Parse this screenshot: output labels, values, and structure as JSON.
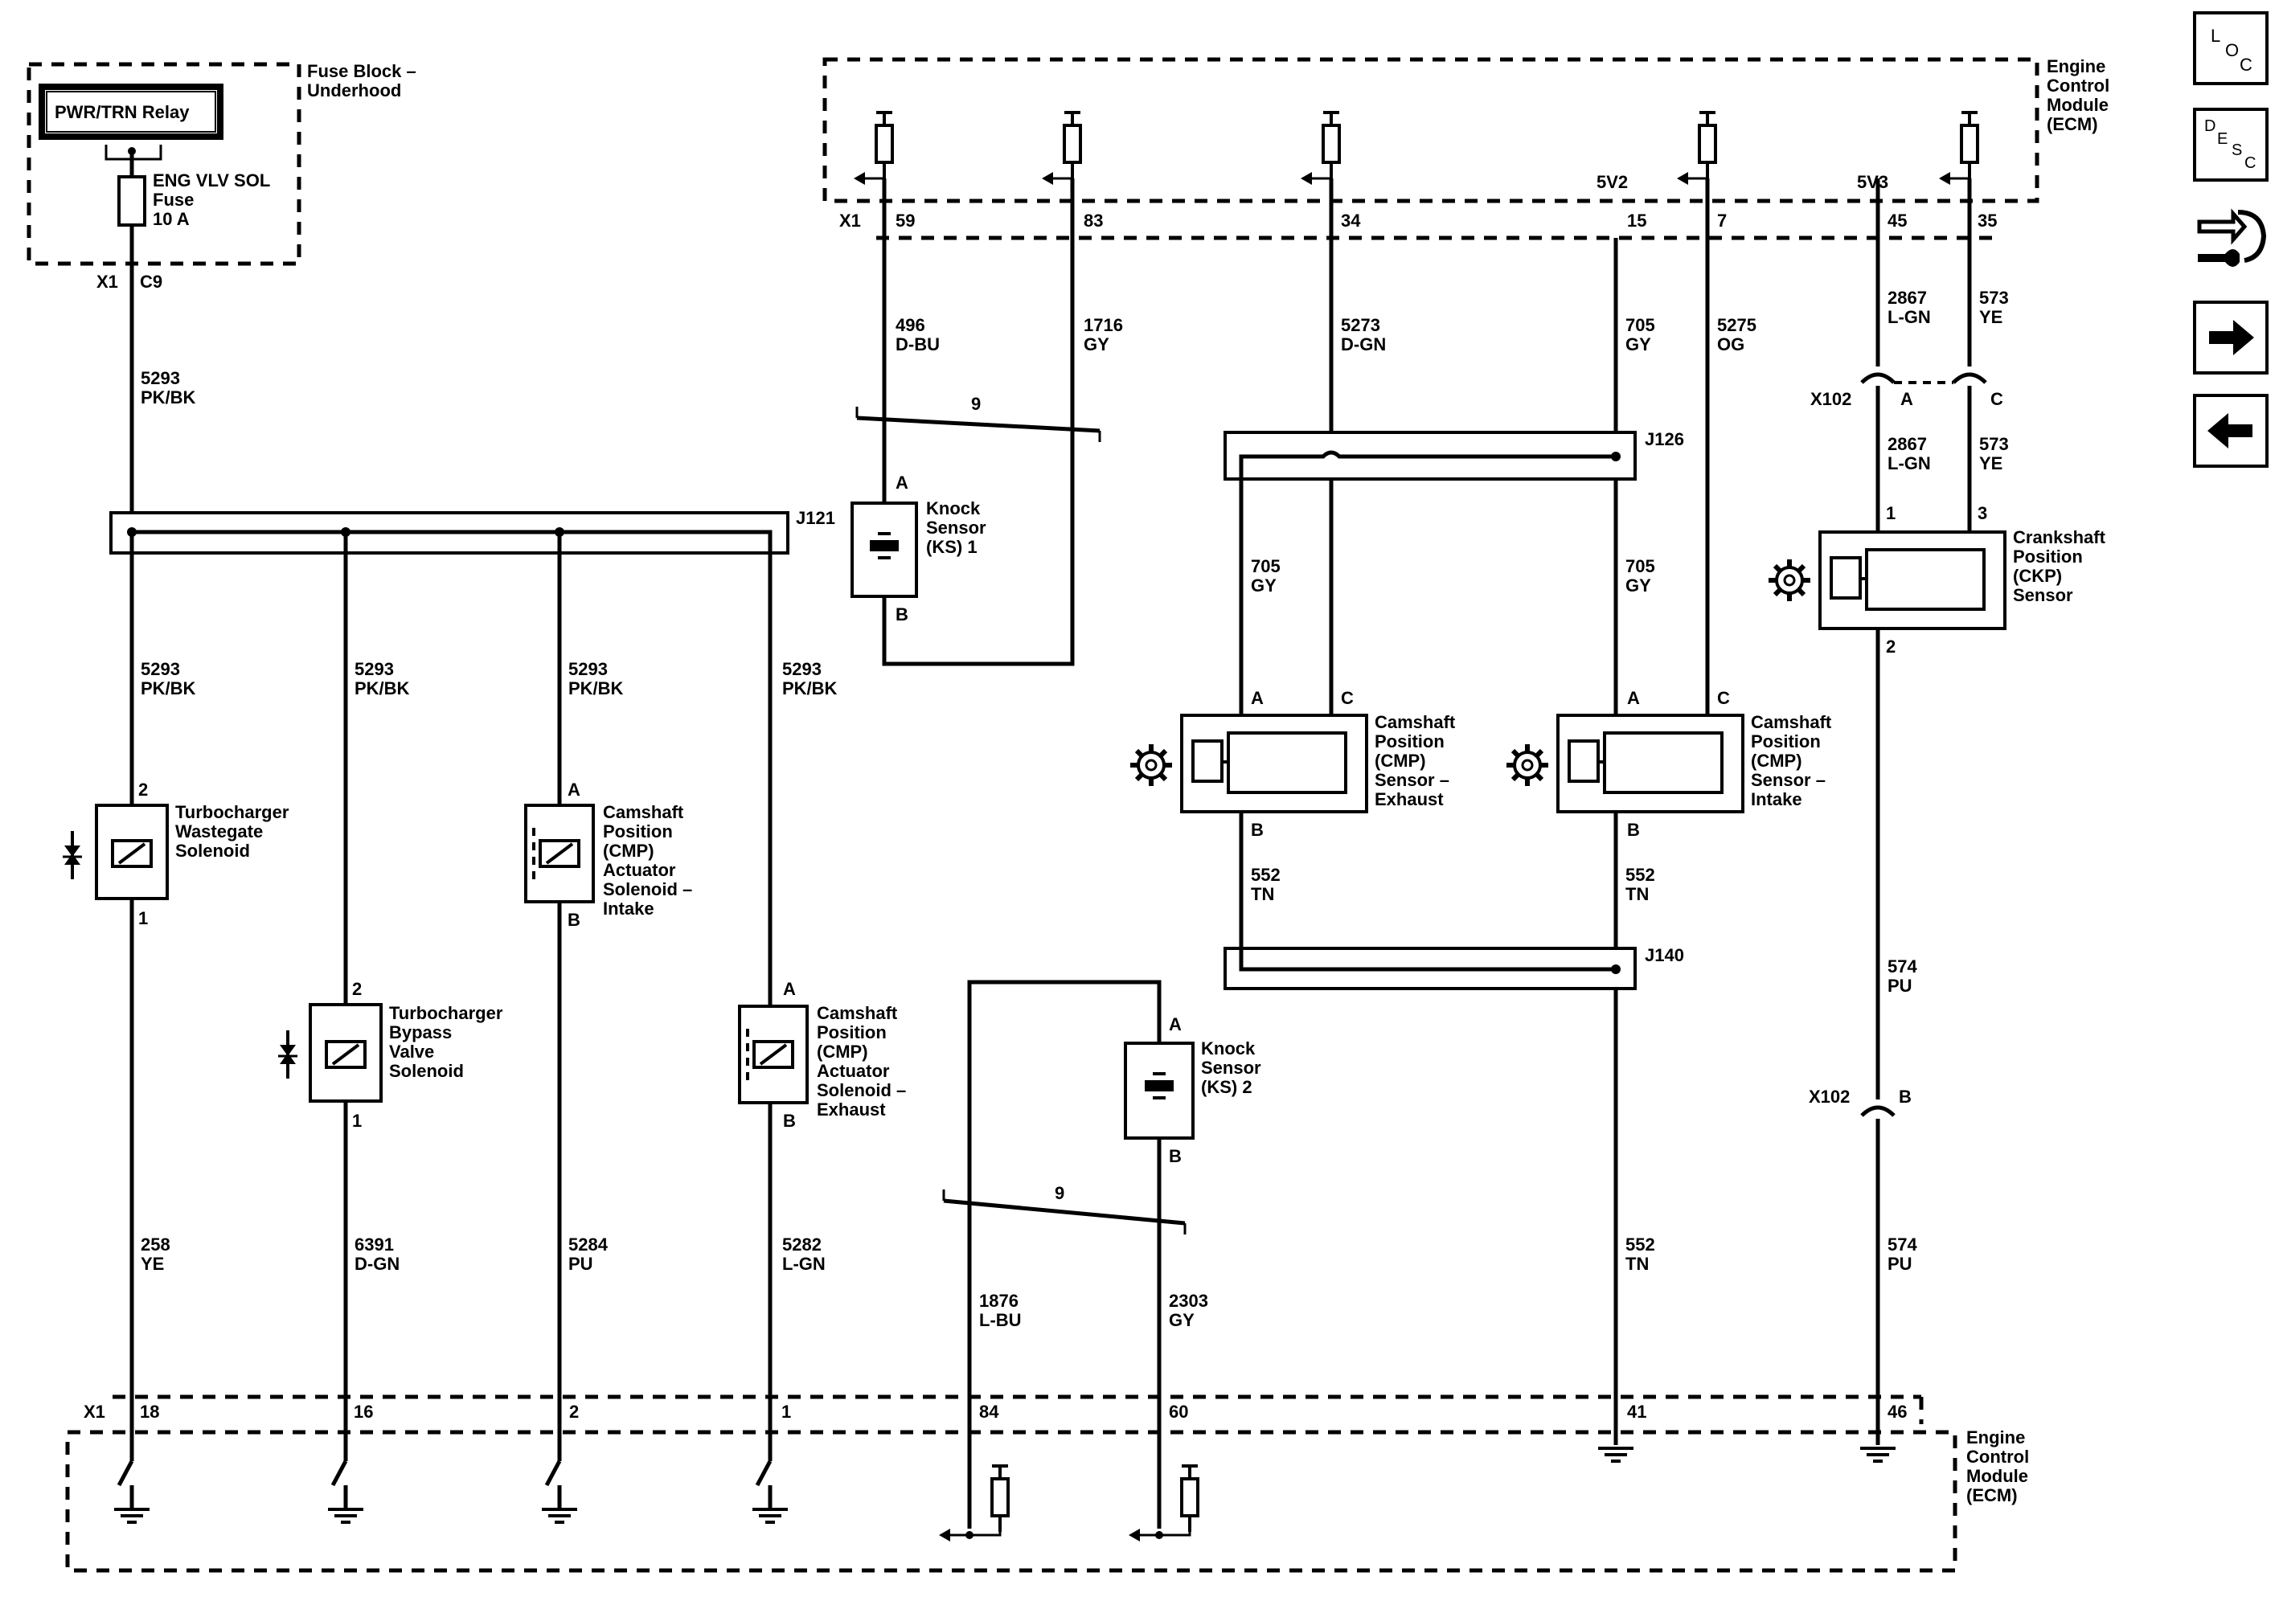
{
  "nav": {
    "loc": {
      "l1": "L",
      "l2": "O",
      "l3": "C"
    },
    "desc": {
      "l1": "D",
      "l2": "E",
      "l3": "S",
      "l4": "C"
    }
  },
  "fuse_block": {
    "title_l1": "Fuse Block –",
    "title_l2": "Underhood",
    "relay": "PWR/TRN Relay",
    "fuse_l1": "ENG VLV SOL",
    "fuse_l2": "Fuse",
    "fuse_l3": "10 A",
    "conn": "X1",
    "pin": "C9"
  },
  "ecm_top": {
    "title_l1": "Engine",
    "title_l2": "Control",
    "title_l3": "Module",
    "title_l4": "(ECM)",
    "conn": "X1",
    "pins": {
      "p59": "59",
      "p83": "83",
      "p34": "34",
      "p15": "15",
      "p7": "7",
      "p45": "45",
      "p35": "35"
    },
    "ref_5v2": "5V2",
    "ref_5v3": "5V3"
  },
  "ecm_bottom": {
    "title_l1": "Engine",
    "title_l2": "Control",
    "title_l3": "Module",
    "title_l4": "(ECM)",
    "conn": "X1",
    "pins": {
      "p18": "18",
      "p16": "16",
      "p2": "2",
      "p1": "1",
      "p84": "84",
      "p60": "60",
      "p41": "41",
      "p46": "46"
    }
  },
  "wires": {
    "w5293_top": {
      "num": "5293",
      "color": "PK/BK"
    },
    "w5293_a": {
      "num": "5293",
      "color": "PK/BK"
    },
    "w5293_b": {
      "num": "5293",
      "color": "PK/BK"
    },
    "w5293_c": {
      "num": "5293",
      "color": "PK/BK"
    },
    "w5293_d": {
      "num": "5293",
      "color": "PK/BK"
    },
    "w496": {
      "num": "496",
      "color": "D-BU"
    },
    "w1716": {
      "num": "1716",
      "color": "GY"
    },
    "w5273": {
      "num": "5273",
      "color": "D-GN"
    },
    "w705_top": {
      "num": "705",
      "color": "GY"
    },
    "w5275": {
      "num": "5275",
      "color": "OG"
    },
    "w2867_top": {
      "num": "2867",
      "color": "L-GN"
    },
    "w573_top": {
      "num": "573",
      "color": "YE"
    },
    "w2867_bot": {
      "num": "2867",
      "color": "L-GN"
    },
    "w573_bot": {
      "num": "573",
      "color": "YE"
    },
    "w705_l": {
      "num": "705",
      "color": "GY"
    },
    "w705_r": {
      "num": "705",
      "color": "GY"
    },
    "w552_l": {
      "num": "552",
      "color": "TN"
    },
    "w552_r": {
      "num": "552",
      "color": "TN"
    },
    "w552_bot": {
      "num": "552",
      "color": "TN"
    },
    "w574_top": {
      "num": "574",
      "color": "PU"
    },
    "w574_bot": {
      "num": "574",
      "color": "PU"
    },
    "w258": {
      "num": "258",
      "color": "YE"
    },
    "w6391": {
      "num": "6391",
      "color": "D-GN"
    },
    "w5284": {
      "num": "5284",
      "color": "PU"
    },
    "w5282": {
      "num": "5282",
      "color": "L-GN"
    },
    "w1876": {
      "num": "1876",
      "color": "L-BU"
    },
    "w2303": {
      "num": "2303",
      "color": "GY"
    }
  },
  "twist_1": "9",
  "twist_2": "9",
  "splices": {
    "j121": "J121",
    "j126": "J126",
    "j140": "J140"
  },
  "x102_a": {
    "conn": "X102",
    "pin_a": "A",
    "pin_c": "C"
  },
  "x102_b": {
    "conn": "X102",
    "pin": "B"
  },
  "components": {
    "ks1": {
      "l1": "Knock",
      "l2": "Sensor",
      "l3": "(KS) 1",
      "pin_a": "A",
      "pin_b": "B"
    },
    "ks2": {
      "l1": "Knock",
      "l2": "Sensor",
      "l3": "(KS) 2",
      "pin_a": "A",
      "pin_b": "B"
    },
    "wastegate": {
      "l1": "Turbocharger",
      "l2": "Wastegate",
      "l3": "Solenoid",
      "pin_top": "2",
      "pin_bot": "1"
    },
    "bypass": {
      "l1": "Turbocharger",
      "l2": "Bypass",
      "l3": "Valve",
      "l4": "Solenoid",
      "pin_top": "2",
      "pin_bot": "1"
    },
    "cmp_act_intake": {
      "l1": "Camshaft",
      "l2": "Position",
      "l3": "(CMP)",
      "l4": "Actuator",
      "l5": "Solenoid –",
      "l6": "Intake",
      "pin_top": "A",
      "pin_bot": "B"
    },
    "cmp_act_exhaust": {
      "l1": "Camshaft",
      "l2": "Position",
      "l3": "(CMP)",
      "l4": "Actuator",
      "l5": "Solenoid –",
      "l6": "Exhaust",
      "pin_top": "A",
      "pin_bot": "B"
    },
    "cmp_exhaust": {
      "l1": "Camshaft",
      "l2": "Position",
      "l3": "(CMP)",
      "l4": "Sensor –",
      "l5": "Exhaust",
      "pin_a": "A",
      "pin_c": "C",
      "pin_b": "B"
    },
    "cmp_intake": {
      "l1": "Camshaft",
      "l2": "Position",
      "l3": "(CMP)",
      "l4": "Sensor –",
      "l5": "Intake",
      "pin_a": "A",
      "pin_c": "C",
      "pin_b": "B"
    },
    "ckp": {
      "l1": "Crankshaft",
      "l2": "Position",
      "l3": "(CKP)",
      "l4": "Sensor",
      "pin_1": "1",
      "pin_3": "3",
      "pin_2": "2"
    }
  }
}
